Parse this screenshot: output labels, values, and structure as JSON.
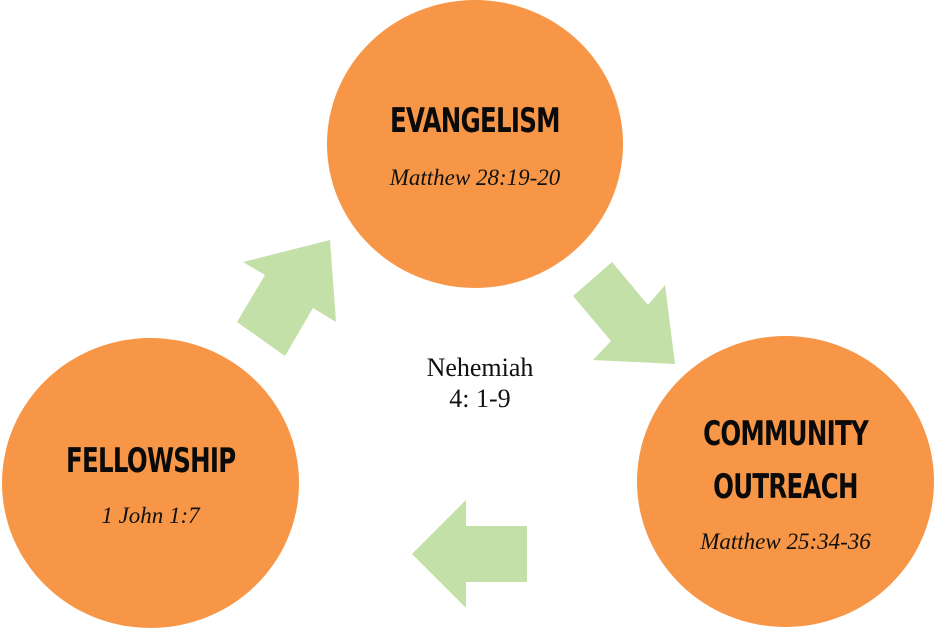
{
  "colors": {
    "circle": "#f79646",
    "arrow": "#c3e0a8"
  },
  "nodes": {
    "evangelism": {
      "title": "EVANGELISM",
      "ref": "Matthew 28:19-20"
    },
    "community_outreach": {
      "title_line1": "COMMUNITY",
      "title_line2": "OUTREACH",
      "ref": "Matthew 25:34-36"
    },
    "fellowship": {
      "title": "FELLOWSHIP",
      "ref": "1 John 1:7"
    }
  },
  "center": {
    "line1": "Nehemiah",
    "line2": "4: 1-9"
  },
  "arrows": [
    {
      "from": "fellowship",
      "to": "evangelism",
      "icon": "arrow-up-right-icon"
    },
    {
      "from": "evangelism",
      "to": "community_outreach",
      "icon": "arrow-down-right-icon"
    },
    {
      "from": "community_outreach",
      "to": "fellowship",
      "icon": "arrow-left-icon"
    }
  ]
}
